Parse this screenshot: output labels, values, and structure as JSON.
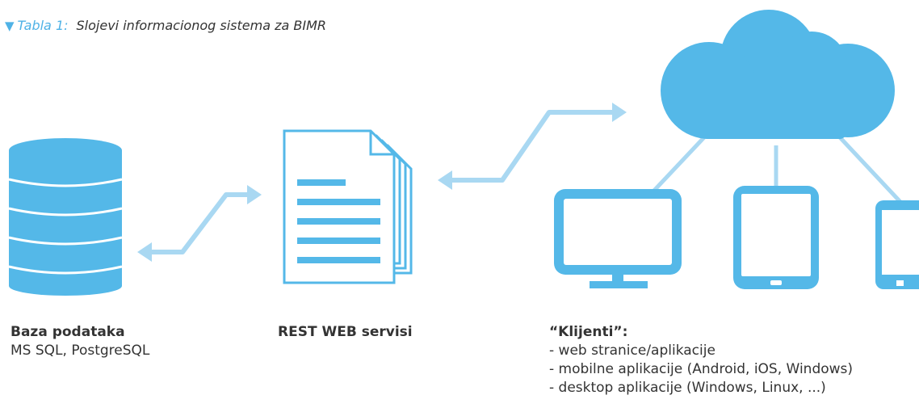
{
  "caption": {
    "label": "Tabla 1:",
    "title": "Slojevi informacionog sistema za BIMR"
  },
  "colors": {
    "primary": "#54b8e8",
    "light": "#a9d8f2",
    "text": "#333333"
  },
  "database": {
    "title": "Baza podataka",
    "subtitle": "MS SQL, PostgreSQL"
  },
  "webservices": {
    "title": "REST WEB servisi"
  },
  "clients": {
    "title": "“Klijenti”:",
    "items": [
      "- web stranice/aplikacije",
      "- mobilne aplikacije (Android, iOS, Windows)",
      "- desktop aplikacije (Windows, Linux, ...)"
    ]
  }
}
